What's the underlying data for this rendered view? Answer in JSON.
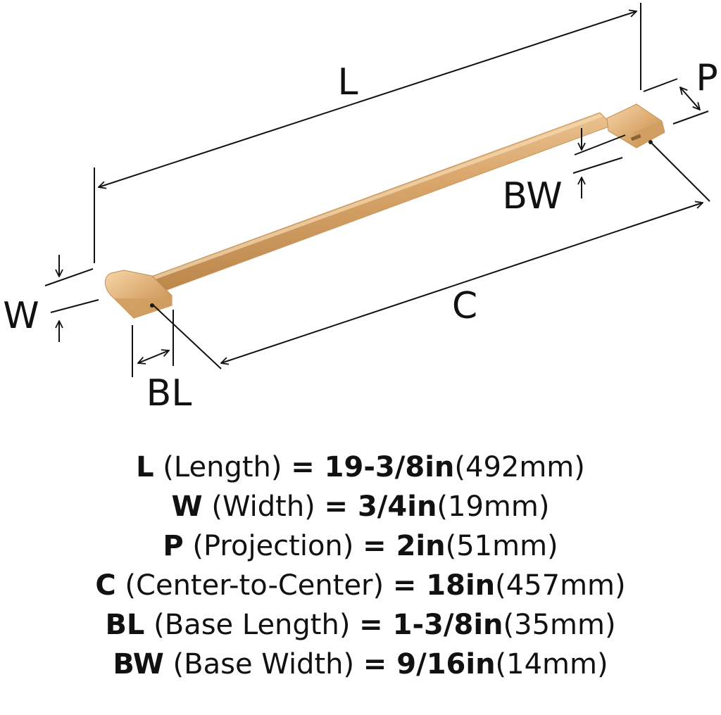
{
  "diagram": {
    "labels": {
      "length": "L",
      "projection": "P",
      "base_width": "BW",
      "width": "W",
      "center_to_center": "C",
      "base_length": "BL"
    },
    "colors": {
      "finish": "#d9a66c",
      "finish_highlight": "#f2cf9f",
      "finish_shadow": "#b88448",
      "lines": "#111111"
    }
  },
  "specs": [
    {
      "code": "L",
      "name": " (Length) ",
      "eq": "= ",
      "value": "19-3/8in",
      "metric": "(492mm)"
    },
    {
      "code": "W",
      "name": " (Width) ",
      "eq": "= ",
      "value": "3/4in",
      "metric": "(19mm)"
    },
    {
      "code": "P",
      "name": " (Projection) ",
      "eq": "= ",
      "value": "2in",
      "metric": "(51mm)"
    },
    {
      "code": "C",
      "name": " (Center-to-Center) ",
      "eq": "= ",
      "value": "18in",
      "metric": "(457mm)"
    },
    {
      "code": "BL",
      "name": " (Base Length) ",
      "eq": "= ",
      "value": "1-3/8in",
      "metric": "(35mm)"
    },
    {
      "code": "BW",
      "name": " (Base Width) ",
      "eq": "= ",
      "value": "9/16in",
      "metric": "(14mm)"
    }
  ]
}
